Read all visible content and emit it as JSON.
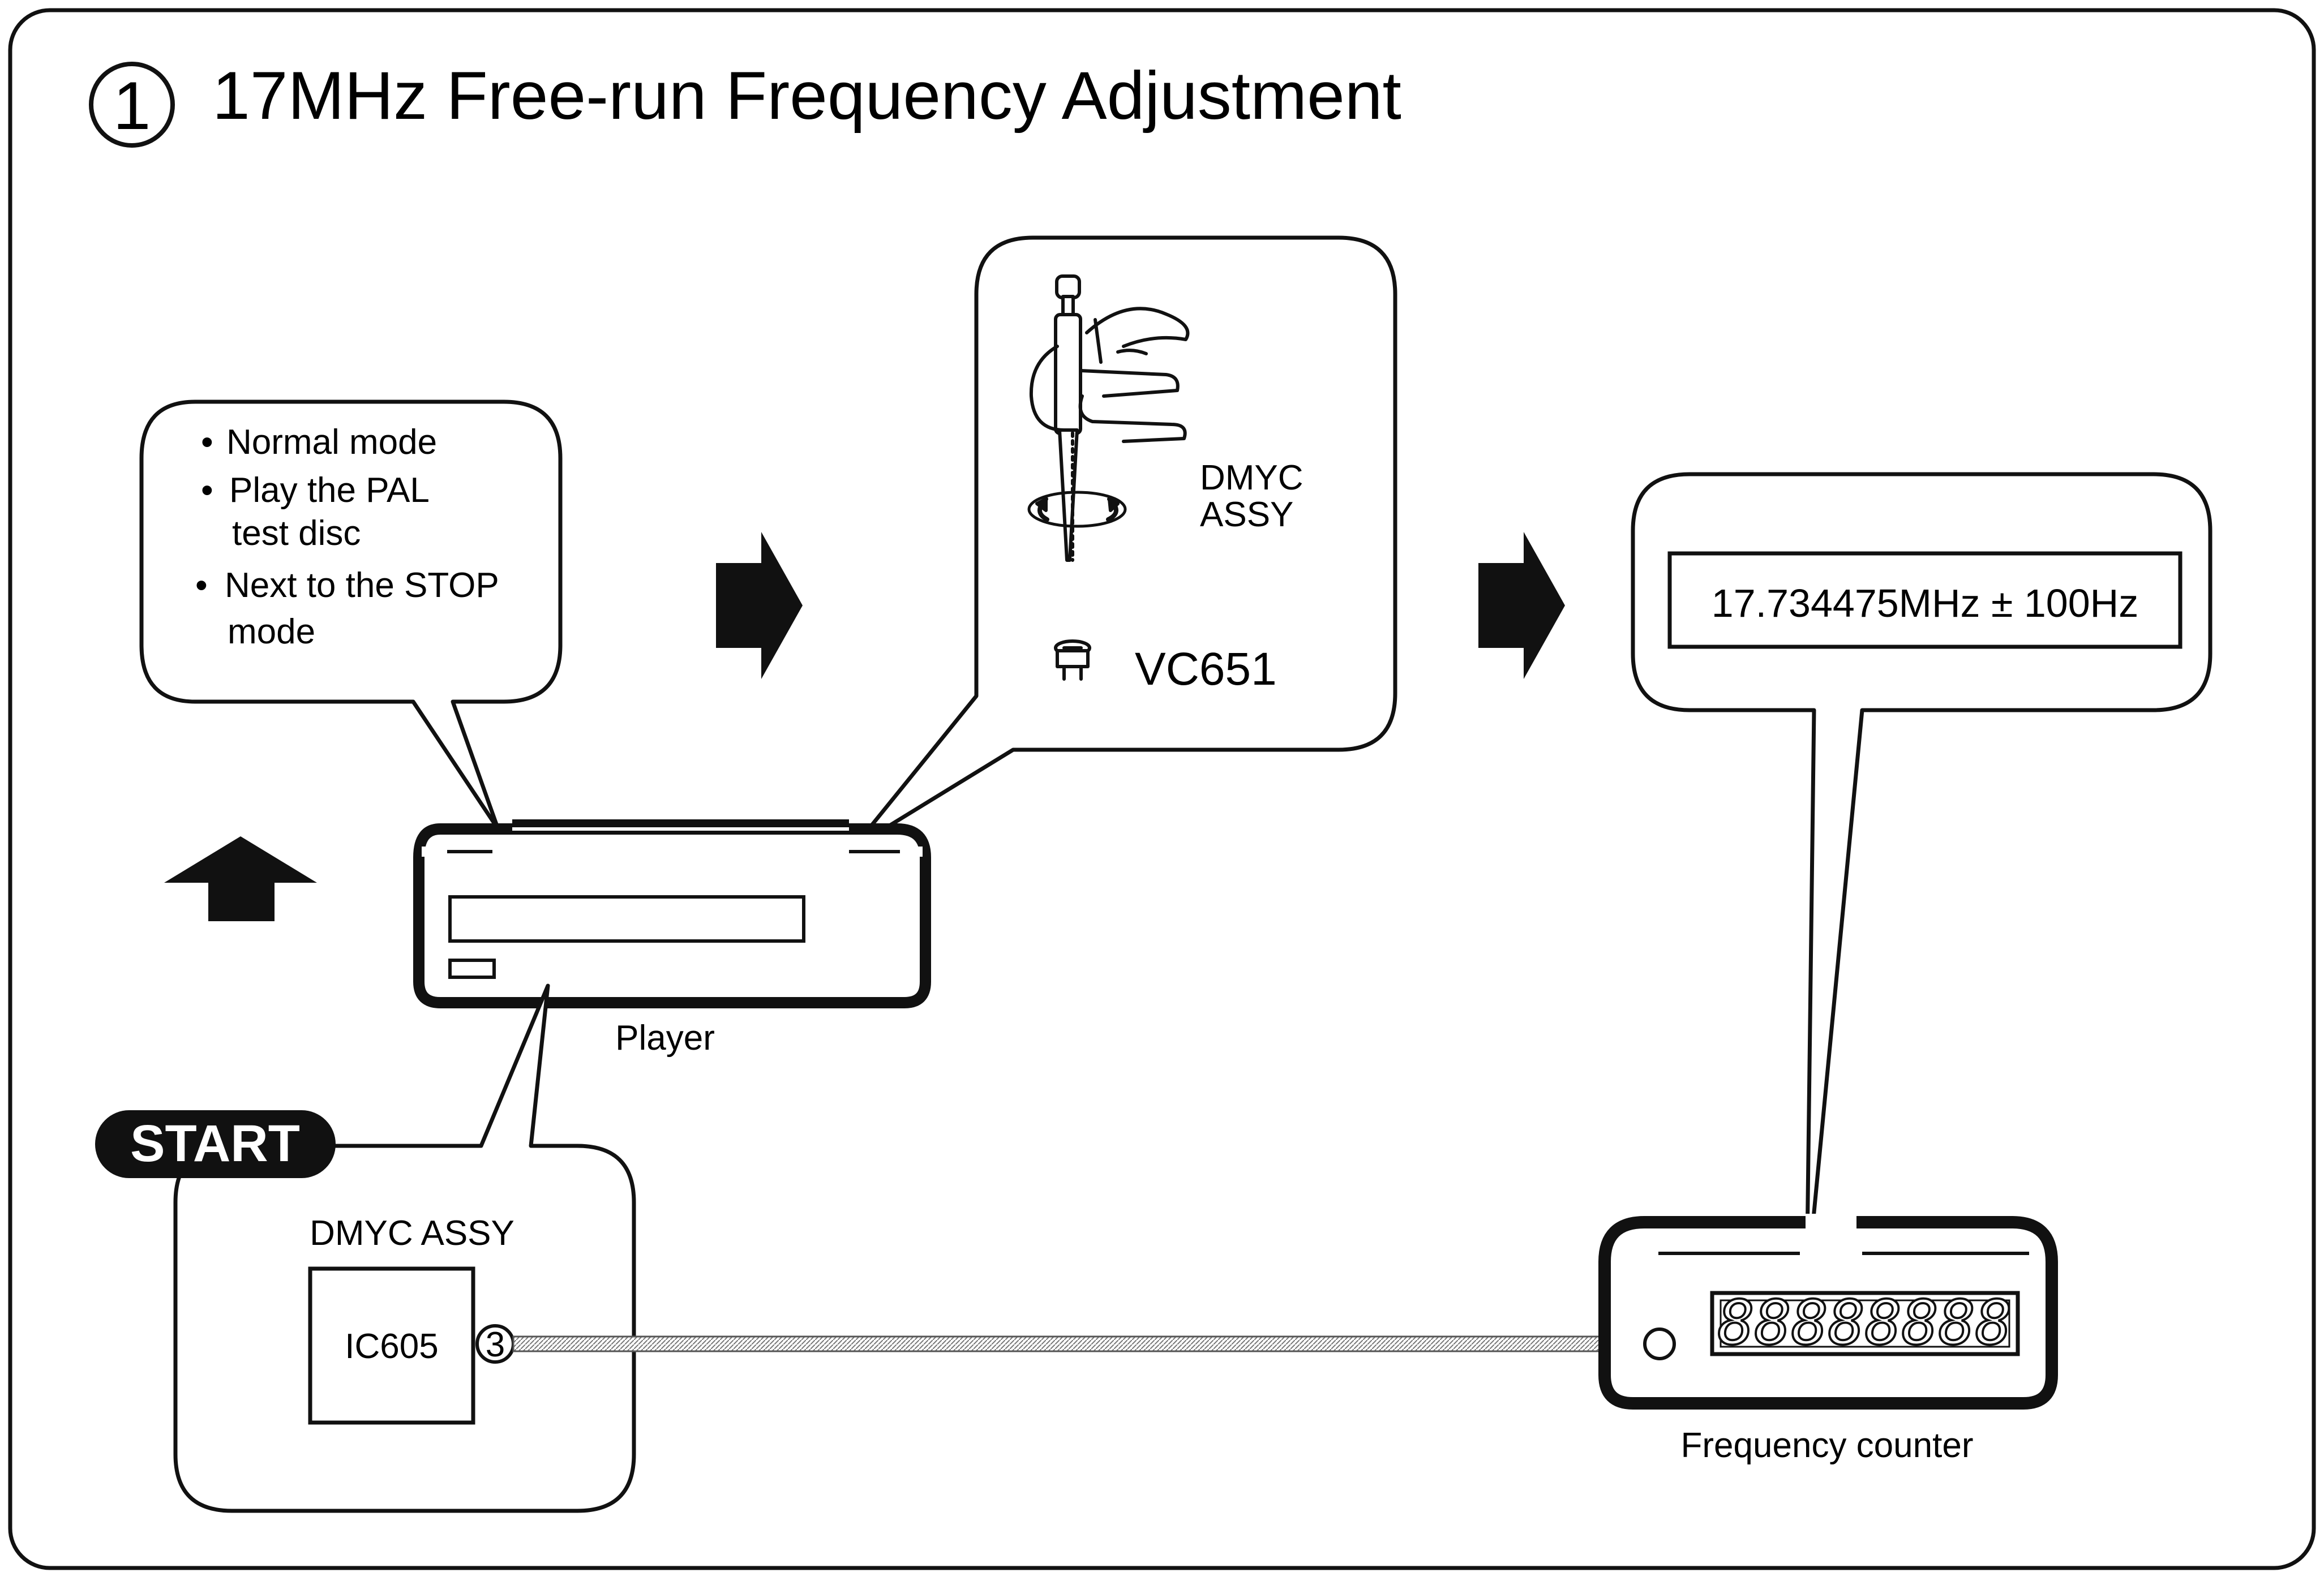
{
  "title": {
    "number": "1",
    "text": "17MHz Free-run Frequency Adjustment"
  },
  "conditions": {
    "bullet": "•",
    "lines": [
      "Normal mode",
      "Play the PAL",
      "test disc",
      "Next to the STOP",
      "mode"
    ]
  },
  "adjust": {
    "board": "DMYC",
    "board2": "ASSY",
    "part": "VC651"
  },
  "spec": {
    "value": "17.734475MHz ± 100Hz"
  },
  "player": {
    "label": "Player"
  },
  "start": {
    "badge": "START",
    "board": "DMYC ASSY",
    "ic": "IC605",
    "pin": "3"
  },
  "counter": {
    "display": "88888888",
    "label": "Frequency counter"
  },
  "colors": {
    "line": "#111111",
    "fill": "#ffffff",
    "cable": "#888888"
  }
}
